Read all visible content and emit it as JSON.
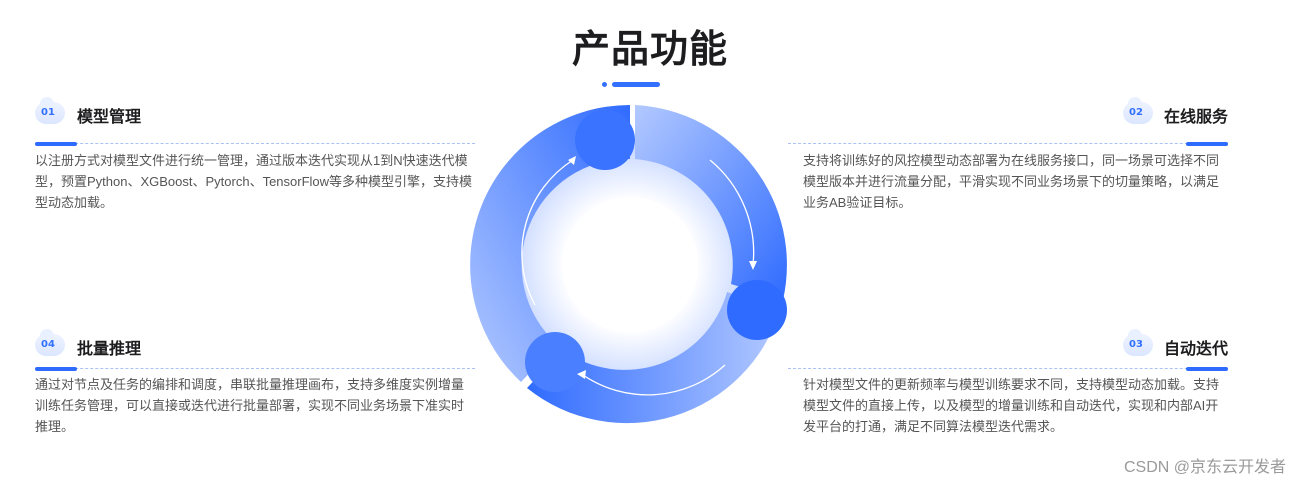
{
  "header": {
    "title": "产品功能"
  },
  "features": {
    "model_management": {
      "number": "01",
      "title": "模型管理",
      "description": "以注册方式对模型文件进行统一管理，通过版本迭代实现从1到N快速迭代模型，预置Python、XGBoost、Pytorch、TensorFlow等多种模型引擎，支持模型动态加载。",
      "icon": "cloud-badge-icon"
    },
    "online_service": {
      "number": "02",
      "title": "在线服务",
      "description": "支持将训练好的风控模型动态部署为在线服务接口，同一场景可选择不同模型版本并进行流量分配，平滑实现不同业务场景下的切量策略，以满足业务AB验证目标。",
      "icon": "cloud-badge-icon"
    },
    "auto_iteration": {
      "number": "03",
      "title": "自动迭代",
      "description": "针对模型文件的更新频率与模型训练要求不同，支持模型动态加载。支持模型文件的直接上传，以及模型的增量训练和自动迭代，实现和内部AI开发平台的打通，满足不同算法模型迭代需求。",
      "icon": "cloud-badge-icon"
    },
    "batch_inference": {
      "number": "04",
      "title": "批量推理",
      "description": "通过对节点及任务的编排和调度，串联批量推理画布，支持多维度实例增量训练任务管理，可以直接或迭代进行批量部署，实现不同业务场景下准实时推理。",
      "icon": "cloud-badge-icon"
    }
  },
  "colors": {
    "accent": "#2f6bff",
    "ring_light": "#a9c4ff",
    "ring_dark": "#2f6bff",
    "dash": "#aac2f3"
  },
  "watermark": "CSDN @京东云开发者"
}
